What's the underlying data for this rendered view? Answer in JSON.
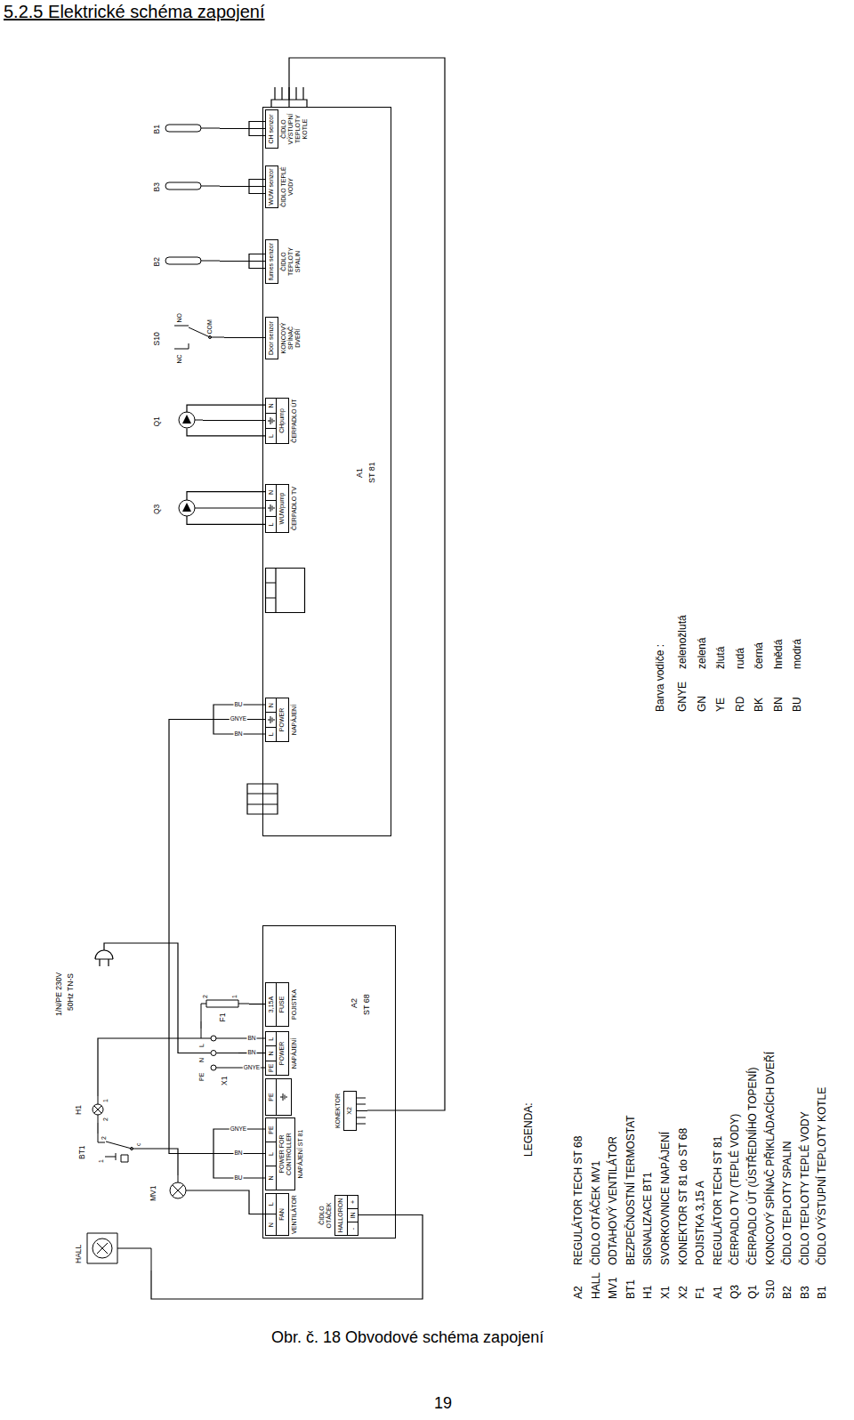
{
  "diagram": {
    "title": "5.2.5 Elektrické schéma zapojení",
    "caption": "Obr. č. 18 Obvodové schéma zapojení",
    "nodes": [
      {
        "text": [
          "HALL"
        ]
      },
      {
        "text": [
          "MV1"
        ]
      },
      {
        "text": [
          "BT1"
        ]
      },
      {
        "text": [
          "H1"
        ]
      },
      {
        "text": [
          "X1"
        ]
      },
      {
        "text": [
          "F1"
        ]
      },
      {
        "text": [
          "A2",
          "ST 68"
        ]
      },
      {
        "text": [
          "N",
          "L",
          "FAN",
          "VENTILÁTOR"
        ],
        "in": 6
      },
      {
        "text": [
          "N",
          "L",
          "PE",
          "POWER FOR CONTROLLER",
          "NAPÁJENÍ ST 81"
        ],
        "in": 6
      },
      {
        "text": [
          "PE"
        ],
        "in": 6
      },
      {
        "text": [
          "PE",
          "N",
          "L",
          "POWER",
          "NAPÁJENÍ"
        ],
        "in": 6
      },
      {
        "text": [
          "3,15A",
          "FUSE",
          "POJISTKA"
        ],
        "in": 6
      },
      {
        "text": [
          "ČIDLO OTÁČEK",
          "HALLORON",
          "-",
          "IN",
          "+"
        ],
        "in": 6
      },
      {
        "text": [
          "KONEKTOR",
          "X2"
        ],
        "in": 6
      },
      {
        "text": [
          "A1",
          "ST 81"
        ]
      },
      {
        "text": [
          "L",
          "N",
          "POWER",
          "NAPÁJENÍ"
        ],
        "in": 14
      },
      {
        "text": [
          "L",
          "N",
          "WUWpump",
          "ČERPADLO TV"
        ],
        "in": 14
      },
      {
        "text": [
          "L",
          "N",
          "CHpump",
          "ČERPADLO ÚT"
        ],
        "in": 14
      },
      {
        "text": [
          "Door senzor",
          "KONCOVÝ SPÍNAČ DVEŘÍ"
        ],
        "in": 14
      },
      {
        "text": [
          "fumes senzor",
          "ČIDLO TEPLOTY SPALIN"
        ],
        "in": 14
      },
      {
        "text": [
          "WUW senzor",
          "ČIDLO TEPLÉ VODY"
        ],
        "in": 14
      },
      {
        "text": [
          "CH senzor",
          "ČIDLO VÝSTUPNÍ TEPLOTY KOTLE"
        ],
        "in": 14
      },
      {
        "text": [
          "Q3"
        ]
      },
      {
        "text": [
          "Q1"
        ]
      },
      {
        "text": [
          "S10"
        ]
      },
      {
        "text": [
          "B2"
        ]
      },
      {
        "text": [
          "B3"
        ]
      },
      {
        "text": [
          "B1"
        ]
      }
    ],
    "edges": [
      {
        "from": 0,
        "to": 12,
        "arrow": "none"
      },
      {
        "from": 1,
        "to": 7,
        "arrow": "none"
      },
      {
        "from": 2,
        "to": 1,
        "arrow": "none"
      },
      {
        "from": 2,
        "to": 3,
        "arrow": "none"
      },
      {
        "from": 3,
        "to": 4,
        "arrow": "none"
      },
      {
        "from": 4,
        "to": 10,
        "arrow": "none"
      },
      {
        "from": 4,
        "to": 5,
        "arrow": "none"
      },
      {
        "from": 5,
        "to": 11,
        "arrow": "none"
      },
      {
        "from": 8,
        "to": 15,
        "arrow": "none"
      },
      {
        "from": 13,
        "to": 14,
        "arrow": "none"
      },
      {
        "from": 22,
        "to": 16,
        "arrow": "none"
      },
      {
        "from": 23,
        "to": 17,
        "arrow": "none"
      },
      {
        "from": 24,
        "to": 18,
        "arrow": "none"
      },
      {
        "from": 25,
        "to": 19,
        "arrow": "none"
      },
      {
        "from": 26,
        "to": 20,
        "arrow": "none"
      },
      {
        "from": 27,
        "to": 21,
        "arrow": "none"
      }
    ],
    "labels": [
      "1/N/PE 230V",
      "50Hz TN-S",
      "1",
      "2",
      "c",
      "2",
      "1",
      "PE",
      "N",
      "L",
      "2",
      "1",
      "GNYE",
      "BN",
      "BN",
      "BU",
      "BN",
      "GNYE",
      "BN",
      "GNYE",
      "BU",
      "NC",
      "NO",
      "COM",
      "LEGENDA:",
      "A2",
      "REGULÁTOR TECH ST 68",
      "HALL",
      "ČIDLO OTÁČEK MV1",
      "MV1",
      "ODTAHOVÝ VENTILÁTOR",
      "BT1",
      "BEZPEČNOSTNÍ TERMOSTAT",
      "H1",
      "SIGNALIZACE BT1",
      "X1",
      "SVORKOVNICE NAPÁJENÍ",
      "X2",
      "KONEKTOR ST 81 do ST 68",
      "F1",
      "POJISTKA 3,15 A",
      "A1",
      "REGULÁTOR TECH ST 81",
      "Q3",
      "ČERPADLO TV (TEPLÉ VODY)",
      "Q1",
      "ČERPADLO ÚT (ÚSTŘEDNÍHO TOPENÍ)",
      "S10",
      "KONCOVÝ SPÍNAČ PŘIKLÁDACÍCH DVEŘÍ",
      "B2",
      "ČIDLO TEPLOTY SPALIN",
      "B3",
      "ČIDLO TEPLOTY TEPLÉ VODY",
      "B1",
      "ČIDLO VÝSTUPNÍ TEPLOTY KOTLE",
      "Barva vodiče :",
      "GNYE",
      "zelenožlutá",
      "GN",
      "zelená",
      "YE",
      "žlutá",
      "RD",
      "rudá",
      "BK",
      "černá",
      "BN",
      "hnědá",
      "BU",
      "modrá",
      "19"
    ]
  }
}
